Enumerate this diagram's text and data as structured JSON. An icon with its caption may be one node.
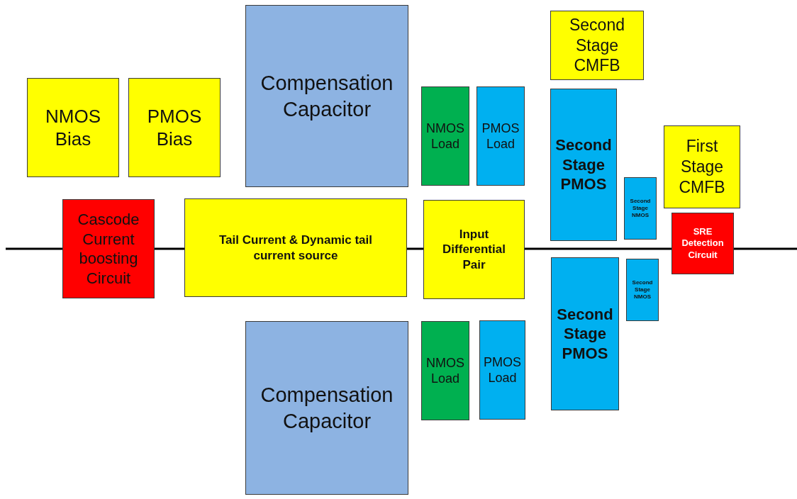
{
  "diagram": {
    "nodes": [
      {
        "text": [
          "Second Stage CMFB"
        ]
      },
      {
        "text": [
          "Compensation Capacitor"
        ]
      },
      {
        "text": [
          "NMOS Bias"
        ]
      },
      {
        "text": [
          "PMOS Bias"
        ]
      },
      {
        "text": [
          "NMOS Load"
        ]
      },
      {
        "text": [
          "PMOS Load"
        ]
      },
      {
        "text": [
          "Second Stage PMOS"
        ]
      },
      {
        "text": [
          "First Stage CMFB"
        ]
      },
      {
        "text": [
          "Second Stage NMOS"
        ]
      },
      {
        "text": [
          "Cascode Current boosting Circuit"
        ]
      },
      {
        "text": [
          "Tail Current & Dynamic tail current source"
        ]
      },
      {
        "text": [
          "Input Differential Pair"
        ]
      },
      {
        "text": [
          "SRE Detection Circuit"
        ]
      },
      {
        "text": [
          "Second Stage PMOS"
        ]
      },
      {
        "text": [
          "Second Stage NMOS"
        ]
      },
      {
        "text": [
          "Compensation Capacitor"
        ]
      },
      {
        "text": [
          "NMOS Load"
        ]
      },
      {
        "text": [
          "PMOS Load"
        ]
      }
    ]
  }
}
